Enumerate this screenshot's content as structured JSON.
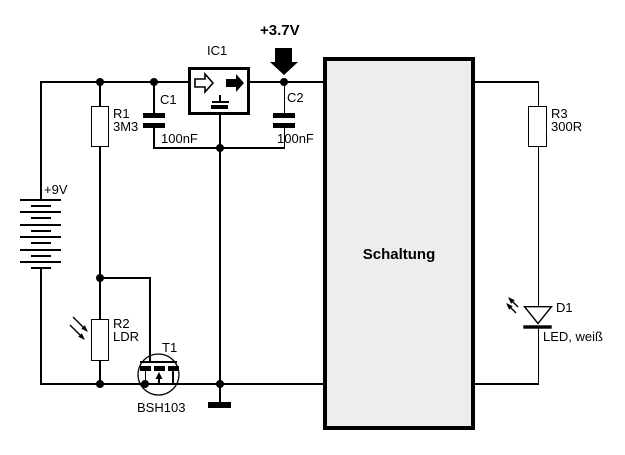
{
  "schematic": {
    "battery": {
      "label": "+9V"
    },
    "rail": {
      "label": "+3.7V"
    },
    "ic1": {
      "name": "IC1"
    },
    "c1": {
      "name": "C1",
      "value": "100nF"
    },
    "c2": {
      "name": "C2",
      "value": "100nF"
    },
    "r1": {
      "name": "R1",
      "value": "3M3"
    },
    "r2": {
      "name": "R2",
      "value": "LDR"
    },
    "r3": {
      "name": "R3",
      "value": "300R"
    },
    "t1": {
      "name": "T1",
      "part": "BSH103"
    },
    "d1": {
      "name": "D1",
      "desc": "LED, weiß"
    },
    "block": {
      "label": "Schaltung"
    },
    "colors": {
      "wire": "#000000",
      "block_fill": "#ededed",
      "background": "#ffffff"
    }
  }
}
